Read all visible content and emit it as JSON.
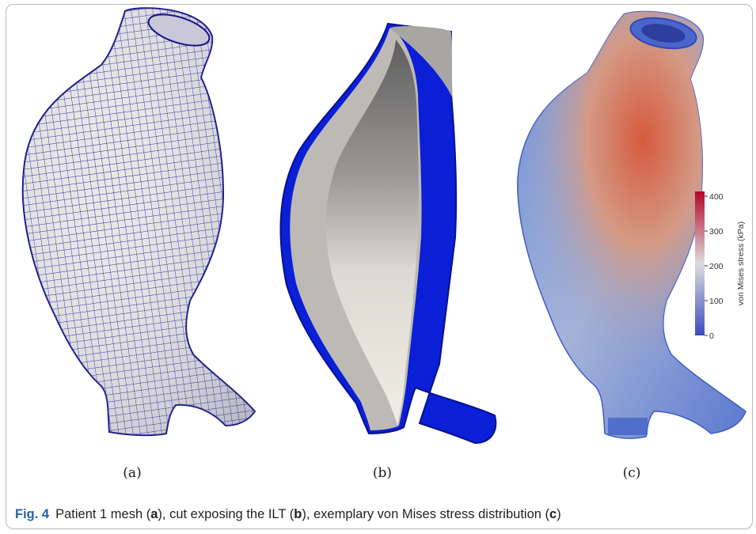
{
  "panels": [
    {
      "label": "(a)",
      "description_key": "mesh"
    },
    {
      "label": "(b)",
      "description_key": "cut"
    },
    {
      "label": "(c)",
      "description_key": "stress"
    }
  ],
  "colorbar": {
    "title": "von Mises stress (kPa)",
    "ticks": [
      "400",
      "300",
      "200",
      "100",
      "0"
    ],
    "min": 0,
    "max": 400,
    "colors": [
      "#3b4cc0",
      "#dddddd",
      "#b40426"
    ]
  },
  "caption": {
    "fig_label": "Fig. 4",
    "part1": "Patient 1 mesh (",
    "a": "a",
    "part2": "), cut exposing the ILT (",
    "b": "b",
    "part3": "), exemplary von Mises stress distribution (",
    "c": "c",
    "part4": ")"
  },
  "colors": {
    "mesh_line": "#1a1aa0",
    "wall_blue": "#0a1fd6",
    "ilt_gray": "#bdbab5",
    "fig_label": "#2563a6"
  }
}
